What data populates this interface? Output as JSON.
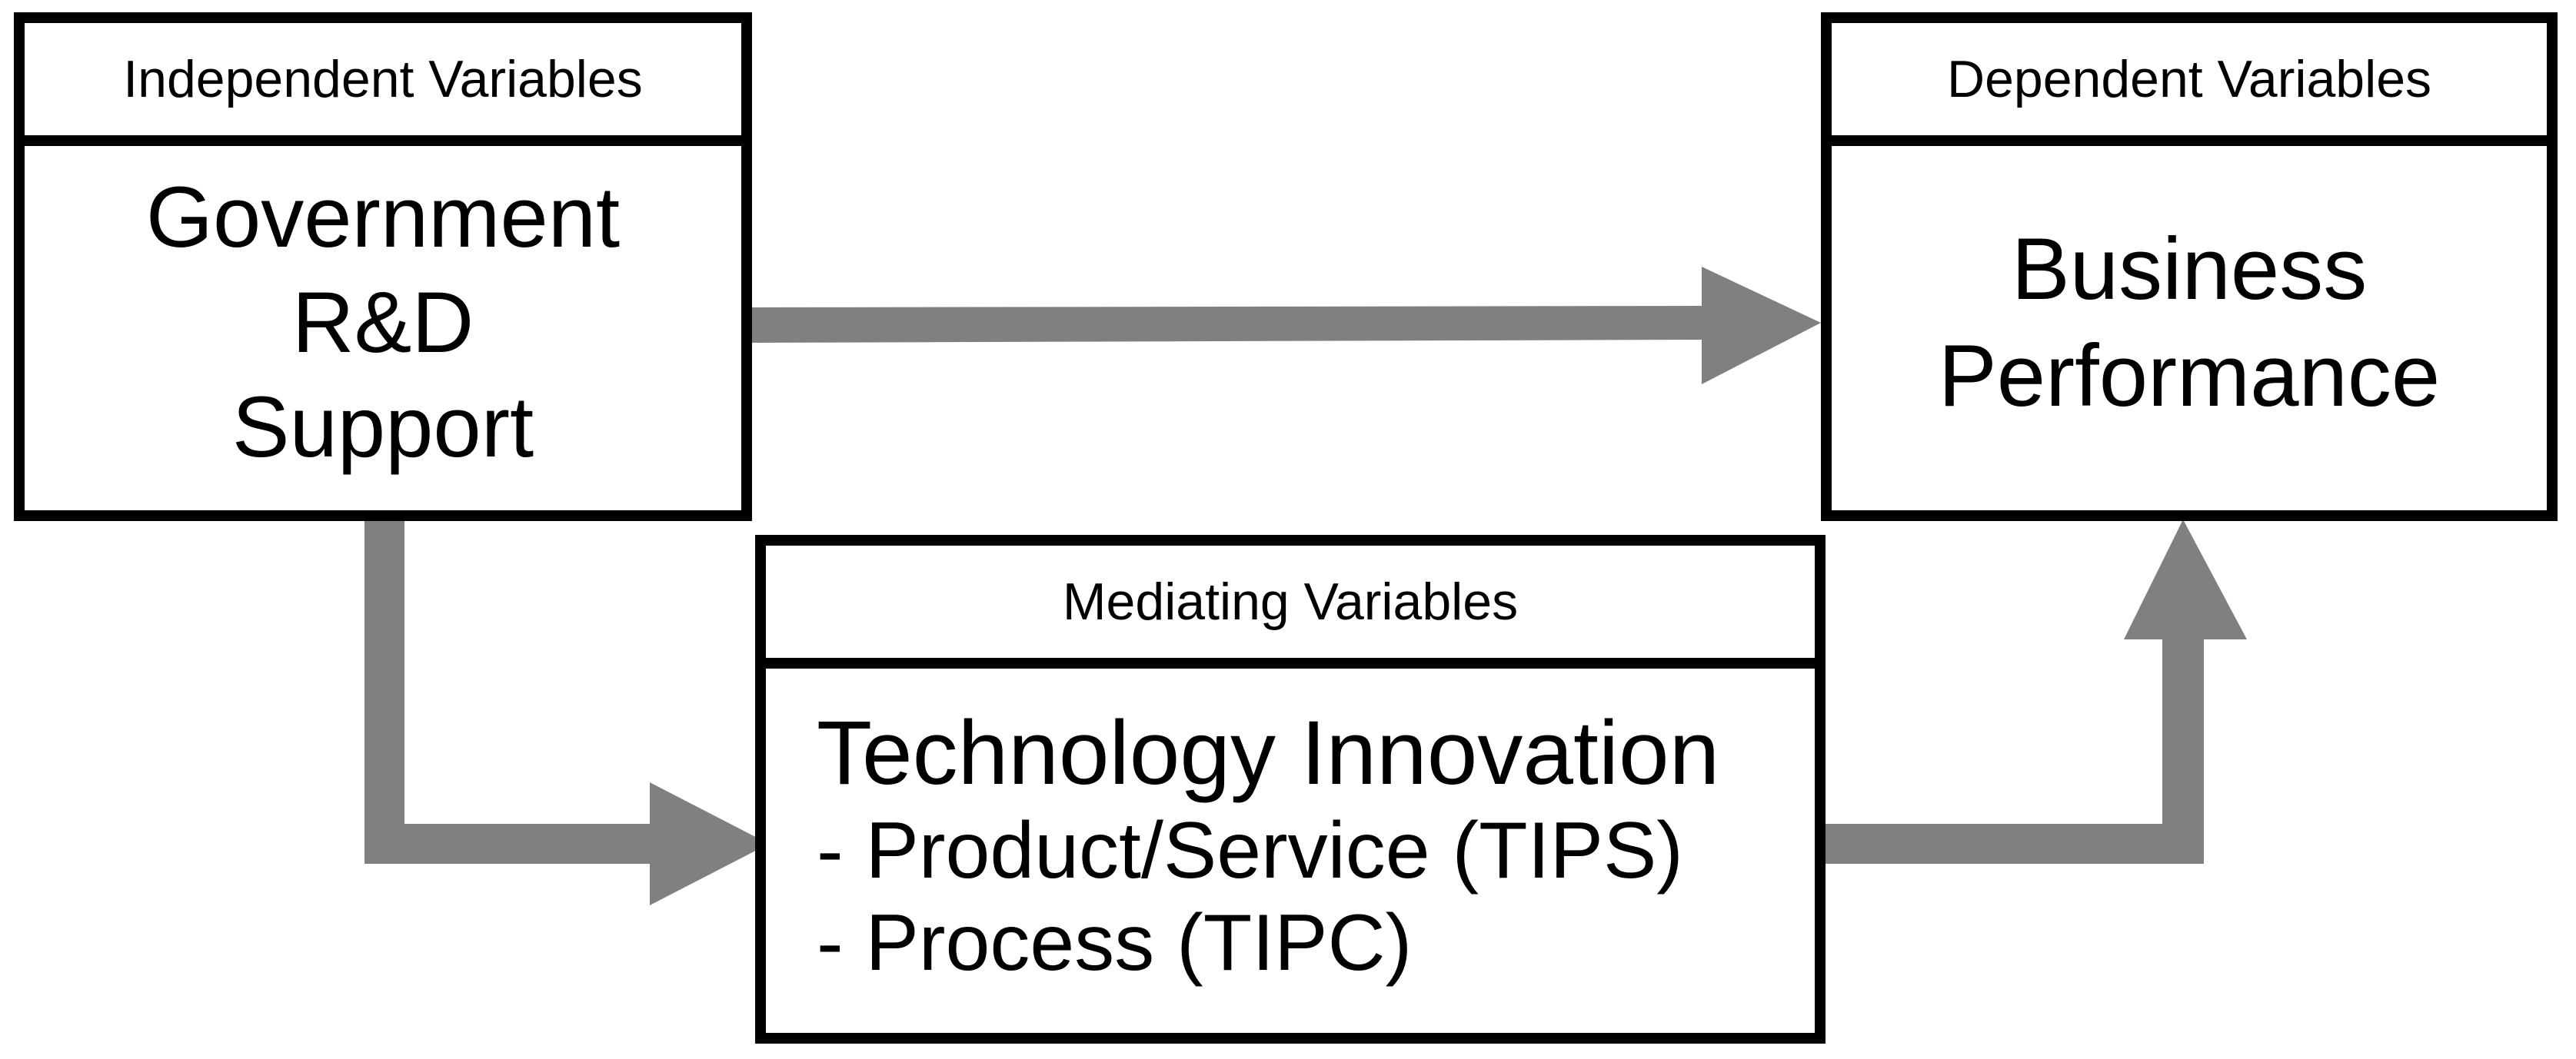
{
  "independent": {
    "header": "Independent Variables",
    "lines": [
      "Government",
      "R&D",
      "Support"
    ]
  },
  "dependent": {
    "header": "Dependent Variables",
    "lines": [
      "Business",
      "Performance"
    ]
  },
  "mediating": {
    "header": "Mediating Variables",
    "title": "Technology Innovation",
    "items": [
      "- Product/Service (TIPS)",
      "- Process (TIPC)"
    ]
  },
  "colors": {
    "border": "#000000",
    "arrow": "#808080",
    "background": "#ffffff"
  }
}
